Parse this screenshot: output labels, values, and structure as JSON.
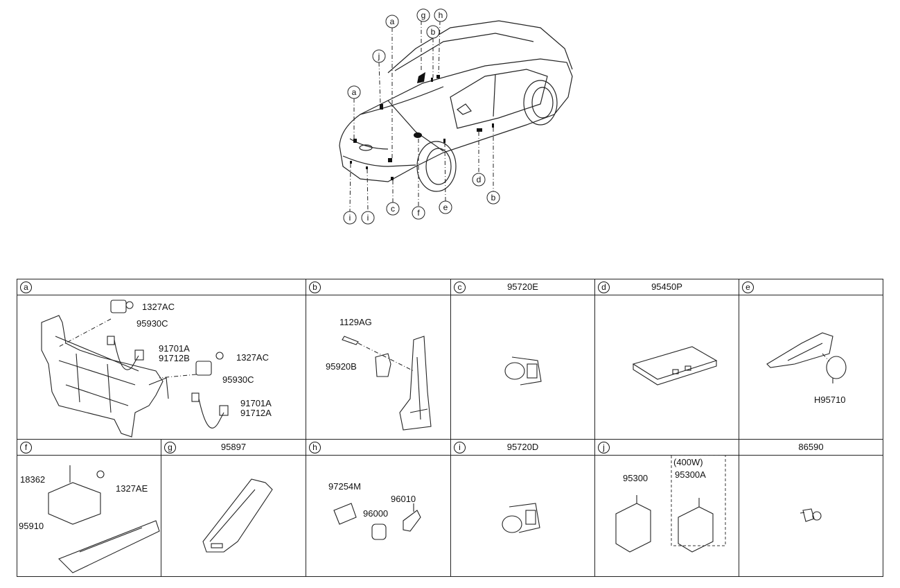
{
  "car_callouts": [
    "a",
    "b",
    "c",
    "d",
    "e",
    "f",
    "g",
    "h",
    "i",
    "j"
  ],
  "cells": {
    "a": {
      "letter": "a",
      "labels": [
        "1327AC",
        "95930C",
        "91701A",
        "91712B",
        "1327AC",
        "95930C",
        "91701A",
        "91712A"
      ]
    },
    "b": {
      "letter": "b",
      "labels": [
        "1129AG",
        "95920B"
      ]
    },
    "c": {
      "letter": "c",
      "part": "95720E"
    },
    "d": {
      "letter": "d",
      "part": "95450P"
    },
    "e": {
      "letter": "e",
      "labels": [
        "H95710"
      ]
    },
    "f": {
      "letter": "f",
      "labels": [
        "18362",
        "1327AE",
        "95910"
      ]
    },
    "g": {
      "letter": "g",
      "part": "95897"
    },
    "h": {
      "letter": "h",
      "labels": [
        "97254M",
        "96010",
        "96000"
      ]
    },
    "i": {
      "letter": "i",
      "part": "95720D"
    },
    "j": {
      "letter": "j",
      "labels": [
        "95300",
        "(400W)",
        "95300A"
      ]
    },
    "k": {
      "part": "86590"
    }
  }
}
